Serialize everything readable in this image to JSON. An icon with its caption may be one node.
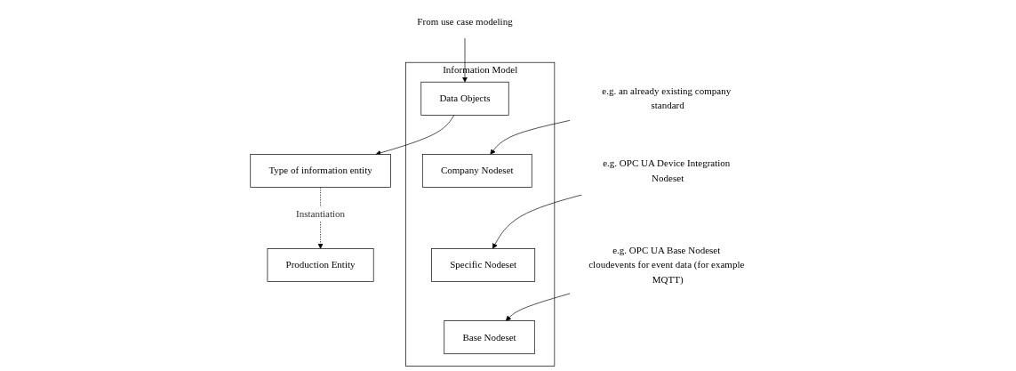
{
  "diagram": {
    "nodes": [
      {
        "text": [
          "Type of information entity"
        ]
      },
      {
        "text": [
          "Production Entity"
        ]
      },
      {
        "text": [
          "Information Model"
        ]
      },
      {
        "text": [
          "Data Objects"
        ],
        "in": 2
      },
      {
        "text": [
          "Company Nodeset"
        ],
        "in": 2
      },
      {
        "text": [
          "Specific Nodeset"
        ],
        "in": 2
      },
      {
        "text": [
          "Base Nodeset"
        ],
        "in": 2
      },
      {
        "text": [
          "From use case modeling"
        ]
      },
      {
        "text": [
          "e.g. an already existing company standard"
        ]
      },
      {
        "text": [
          "e.g. OPC UA Device Integration Nodeset"
        ]
      },
      {
        "text": [
          "e.g. OPC UA Base Nodeset cloudevents for event data (for example MQTT)"
        ]
      }
    ],
    "edges": [
      {
        "from": 0,
        "to": 1,
        "arrow": "to",
        "label": "Instantiation",
        "style": "dashed"
      },
      {
        "from": 3,
        "to": 0,
        "arrow": "to"
      },
      {
        "from": 7,
        "to": 3,
        "arrow": "to"
      },
      {
        "from": 8,
        "to": 4,
        "arrow": "to"
      },
      {
        "from": 9,
        "to": 5,
        "arrow": "to"
      },
      {
        "from": 10,
        "to": 6,
        "arrow": "to"
      }
    ]
  }
}
